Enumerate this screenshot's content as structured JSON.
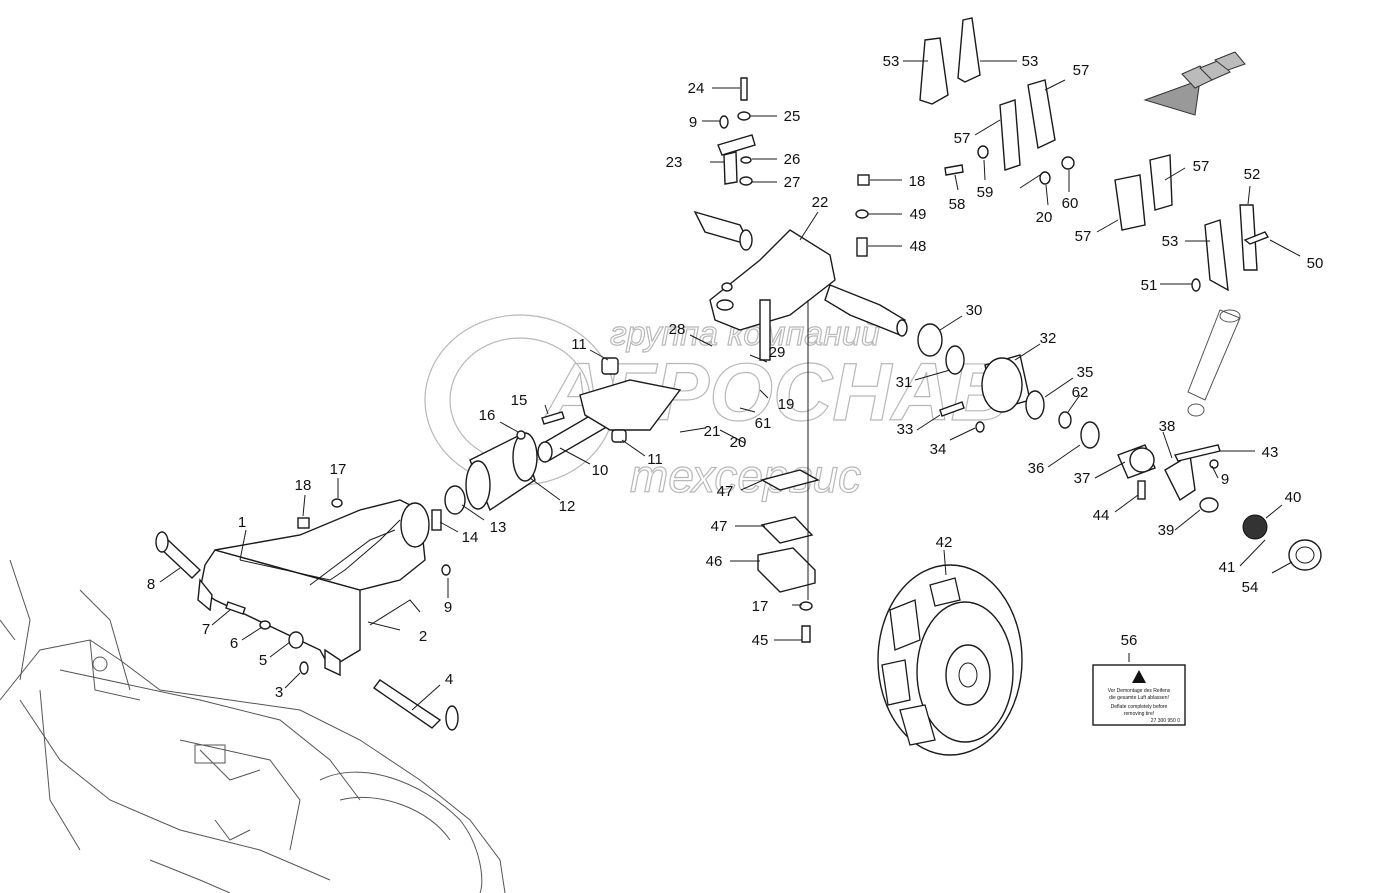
{
  "watermark": {
    "line1": "группа компаний",
    "line2": "АГРОСНАБ",
    "line3": "техсервис"
  },
  "warning_label": {
    "line1": "Vor Demontage des Reifens",
    "line2": "die gesamte Luft ablassen!",
    "line3": "Deflate completely before",
    "line4": "removing tire!",
    "code": "27 300 950 0"
  },
  "callouts": [
    {
      "n": "1"
    },
    {
      "n": "2"
    },
    {
      "n": "3"
    },
    {
      "n": "4"
    },
    {
      "n": "5"
    },
    {
      "n": "6"
    },
    {
      "n": "7"
    },
    {
      "n": "8"
    },
    {
      "n": "9"
    },
    {
      "n": "9"
    },
    {
      "n": "9"
    },
    {
      "n": "10"
    },
    {
      "n": "11"
    },
    {
      "n": "11"
    },
    {
      "n": "12"
    },
    {
      "n": "13"
    },
    {
      "n": "14"
    },
    {
      "n": "15"
    },
    {
      "n": "16"
    },
    {
      "n": "17"
    },
    {
      "n": "17"
    },
    {
      "n": "18"
    },
    {
      "n": "18"
    },
    {
      "n": "19"
    },
    {
      "n": "20"
    },
    {
      "n": "20"
    },
    {
      "n": "21"
    },
    {
      "n": "22"
    },
    {
      "n": "23"
    },
    {
      "n": "24"
    },
    {
      "n": "25"
    },
    {
      "n": "26"
    },
    {
      "n": "27"
    },
    {
      "n": "28"
    },
    {
      "n": "29"
    },
    {
      "n": "30"
    },
    {
      "n": "31"
    },
    {
      "n": "32"
    },
    {
      "n": "33"
    },
    {
      "n": "34"
    },
    {
      "n": "35"
    },
    {
      "n": "36"
    },
    {
      "n": "37"
    },
    {
      "n": "38"
    },
    {
      "n": "39"
    },
    {
      "n": "40"
    },
    {
      "n": "41"
    },
    {
      "n": "42"
    },
    {
      "n": "43"
    },
    {
      "n": "44"
    },
    {
      "n": "45"
    },
    {
      "n": "46"
    },
    {
      "n": "47"
    },
    {
      "n": "47"
    },
    {
      "n": "48"
    },
    {
      "n": "49"
    },
    {
      "n": "50"
    },
    {
      "n": "51"
    },
    {
      "n": "52"
    },
    {
      "n": "53"
    },
    {
      "n": "53"
    },
    {
      "n": "53"
    },
    {
      "n": "54"
    },
    {
      "n": "56"
    },
    {
      "n": "57"
    },
    {
      "n": "57"
    },
    {
      "n": "57"
    },
    {
      "n": "57"
    },
    {
      "n": "58"
    },
    {
      "n": "59"
    },
    {
      "n": "60"
    },
    {
      "n": "61"
    },
    {
      "n": "62"
    }
  ]
}
